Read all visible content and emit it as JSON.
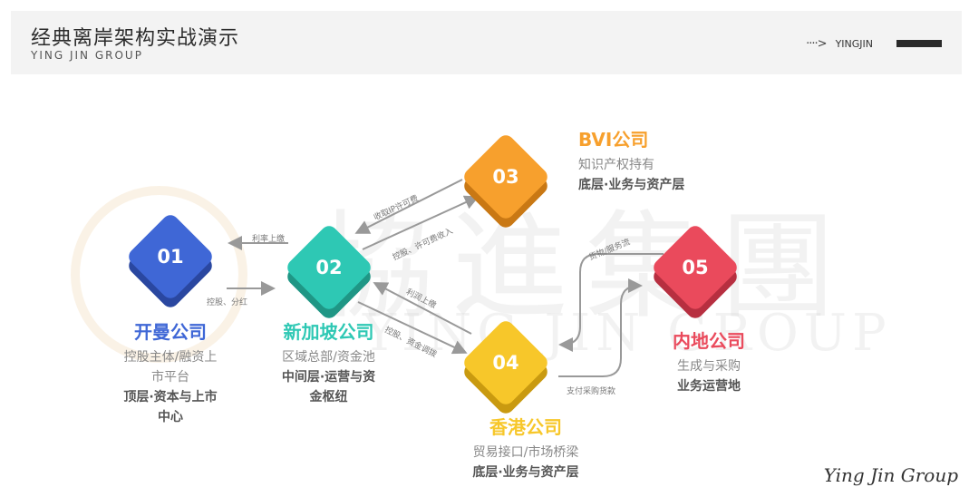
{
  "header": {
    "title": "经典离岸架构实战演示",
    "subtitle": "YING JIN GROUP",
    "right_label": "YINGJIN"
  },
  "watermark": {
    "chinese": "協進集團",
    "english": "YING JIN GROUP"
  },
  "nodes": [
    {
      "id": "01",
      "name": "开曼公司",
      "desc": [
        "控股主体/融资上",
        "市平台"
      ],
      "tier": [
        "顶层·资本与上市",
        "中心"
      ],
      "color": "#3f67d6"
    },
    {
      "id": "02",
      "name": "新加坡公司",
      "desc": [
        "区域总部/资金池"
      ],
      "tier": [
        "中间层·运营与资",
        "金枢纽"
      ],
      "color": "#2ec8b4"
    },
    {
      "id": "03",
      "name": "BVI公司",
      "desc": [
        "知识产权持有"
      ],
      "tier": [
        "底层·业务与资产层"
      ],
      "color": "#f7a02d"
    },
    {
      "id": "04",
      "name": "香港公司",
      "desc": [
        "贸易接口/市场桥梁"
      ],
      "tier": [
        "底层·业务与资产层"
      ],
      "color": "#f7c72a"
    },
    {
      "id": "05",
      "name": "内地公司",
      "desc": [
        "生成与采购"
      ],
      "tier": [
        "业务运营地"
      ],
      "color": "#ea4a5c"
    }
  ],
  "flows": {
    "f02_01": "利率上缴",
    "f01_02": "控股、分红",
    "f03_02": "收取IP许可费",
    "f02_03": "控股、许可费收入",
    "f04_02": "利润上缴",
    "f02_04": "控股、资金调拨",
    "f05_04": "货物/服务流",
    "f04_05": "支付采购货款"
  },
  "signature": "Ying Jin Group",
  "colors": {
    "header_bg": "#f3f3f3",
    "arrow": "#999999"
  }
}
